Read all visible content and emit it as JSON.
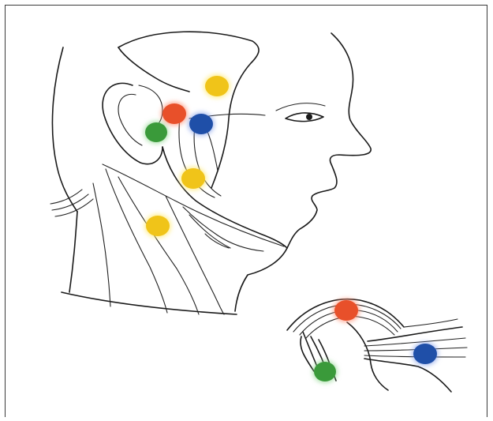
{
  "figure": {
    "markers": [
      {
        "region": "temple",
        "color": "#f0c419",
        "color_name": "yellow"
      },
      {
        "region": "ear-top",
        "color": "#e8502a",
        "color_name": "red"
      },
      {
        "region": "ear-front",
        "color": "#1f4fa8",
        "color_name": "blue"
      },
      {
        "region": "ear-lobe",
        "color": "#3a9a3a",
        "color_name": "green"
      },
      {
        "region": "jaw-angle",
        "color": "#f0c419",
        "color_name": "yellow"
      },
      {
        "region": "upper-neck",
        "color": "#f0c419",
        "color_name": "yellow"
      },
      {
        "region": "inset-top",
        "color": "#e8502a",
        "color_name": "red"
      },
      {
        "region": "inset-right",
        "color": "#1f4fa8",
        "color_name": "blue"
      },
      {
        "region": "inset-bottom-left",
        "color": "#3a9a3a",
        "color_name": "green"
      }
    ]
  }
}
